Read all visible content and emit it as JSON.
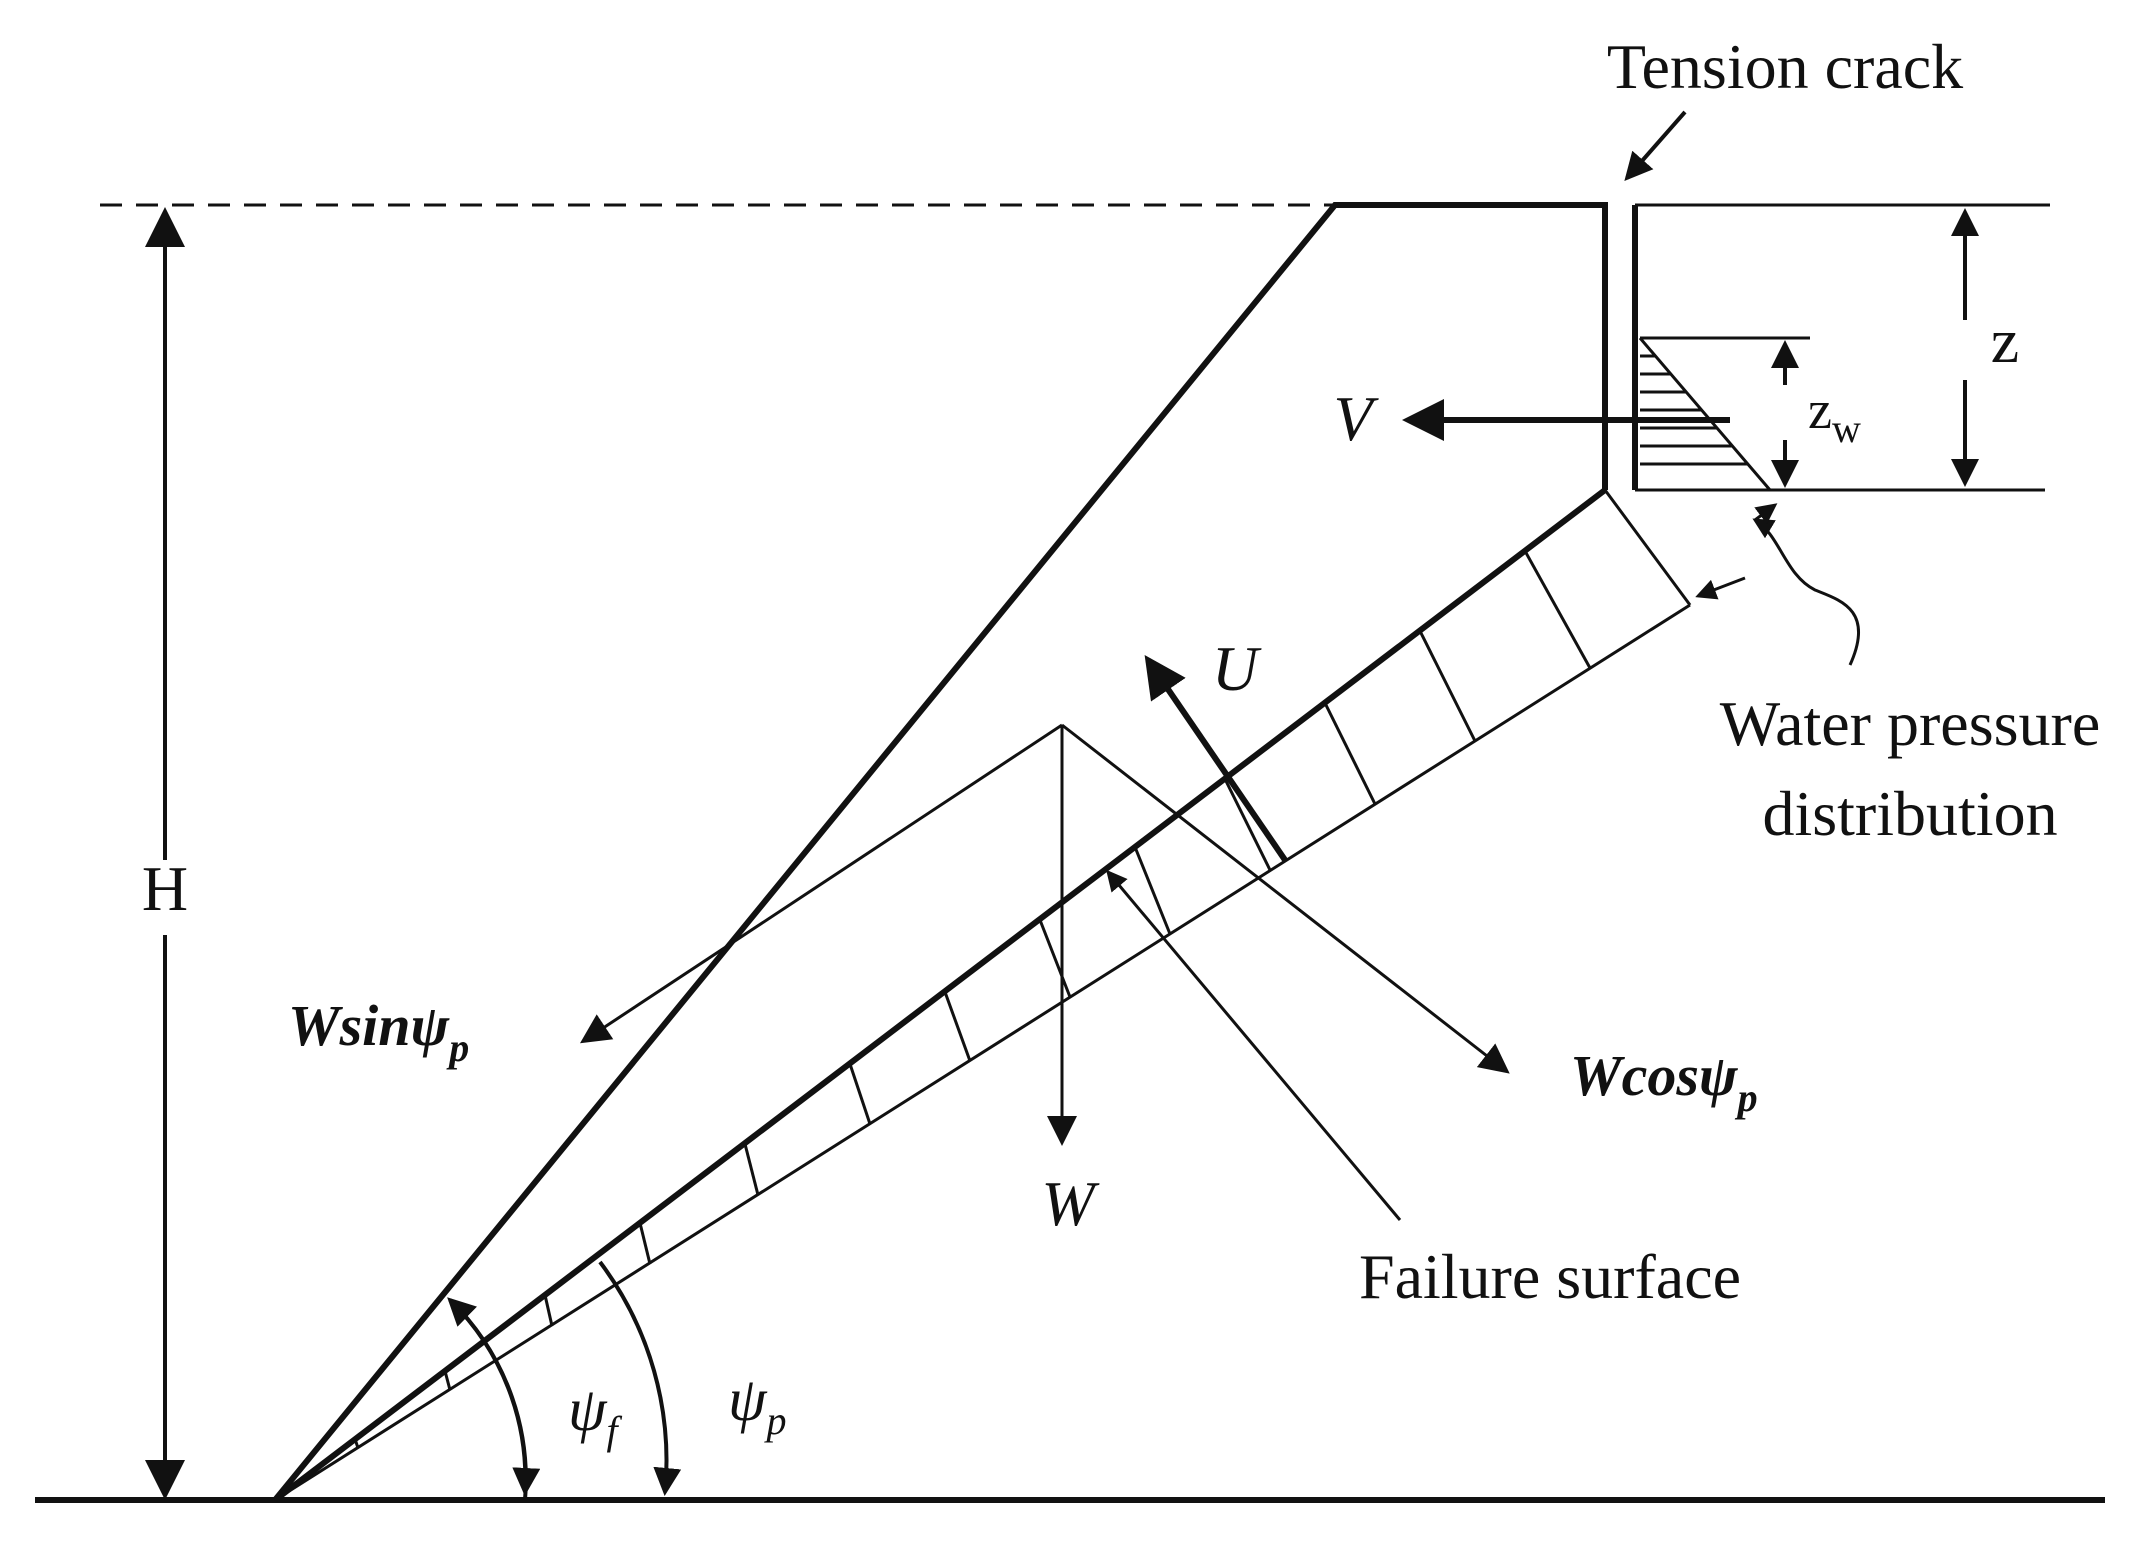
{
  "labels": {
    "tension_crack": "Tension crack",
    "height": "H",
    "crack_depth": "z",
    "water_depth_main": "z",
    "water_depth_sub": "w",
    "water_force": "V",
    "uplift_force": "U",
    "weight": "W",
    "w_sin_main": "Wsinψ",
    "w_sin_sub": "p",
    "w_cos_main": "Wcosψ",
    "w_cos_sub": "p",
    "water_pressure_line1": "Water pressure",
    "water_pressure_line2": "distribution",
    "failure_surface": "Failure surface",
    "psi_f_main": "ψ",
    "psi_f_sub": "f",
    "psi_p_main": "ψ",
    "psi_p_sub": "p"
  },
  "colors": {
    "ink": "#111111",
    "background": "#ffffff"
  }
}
